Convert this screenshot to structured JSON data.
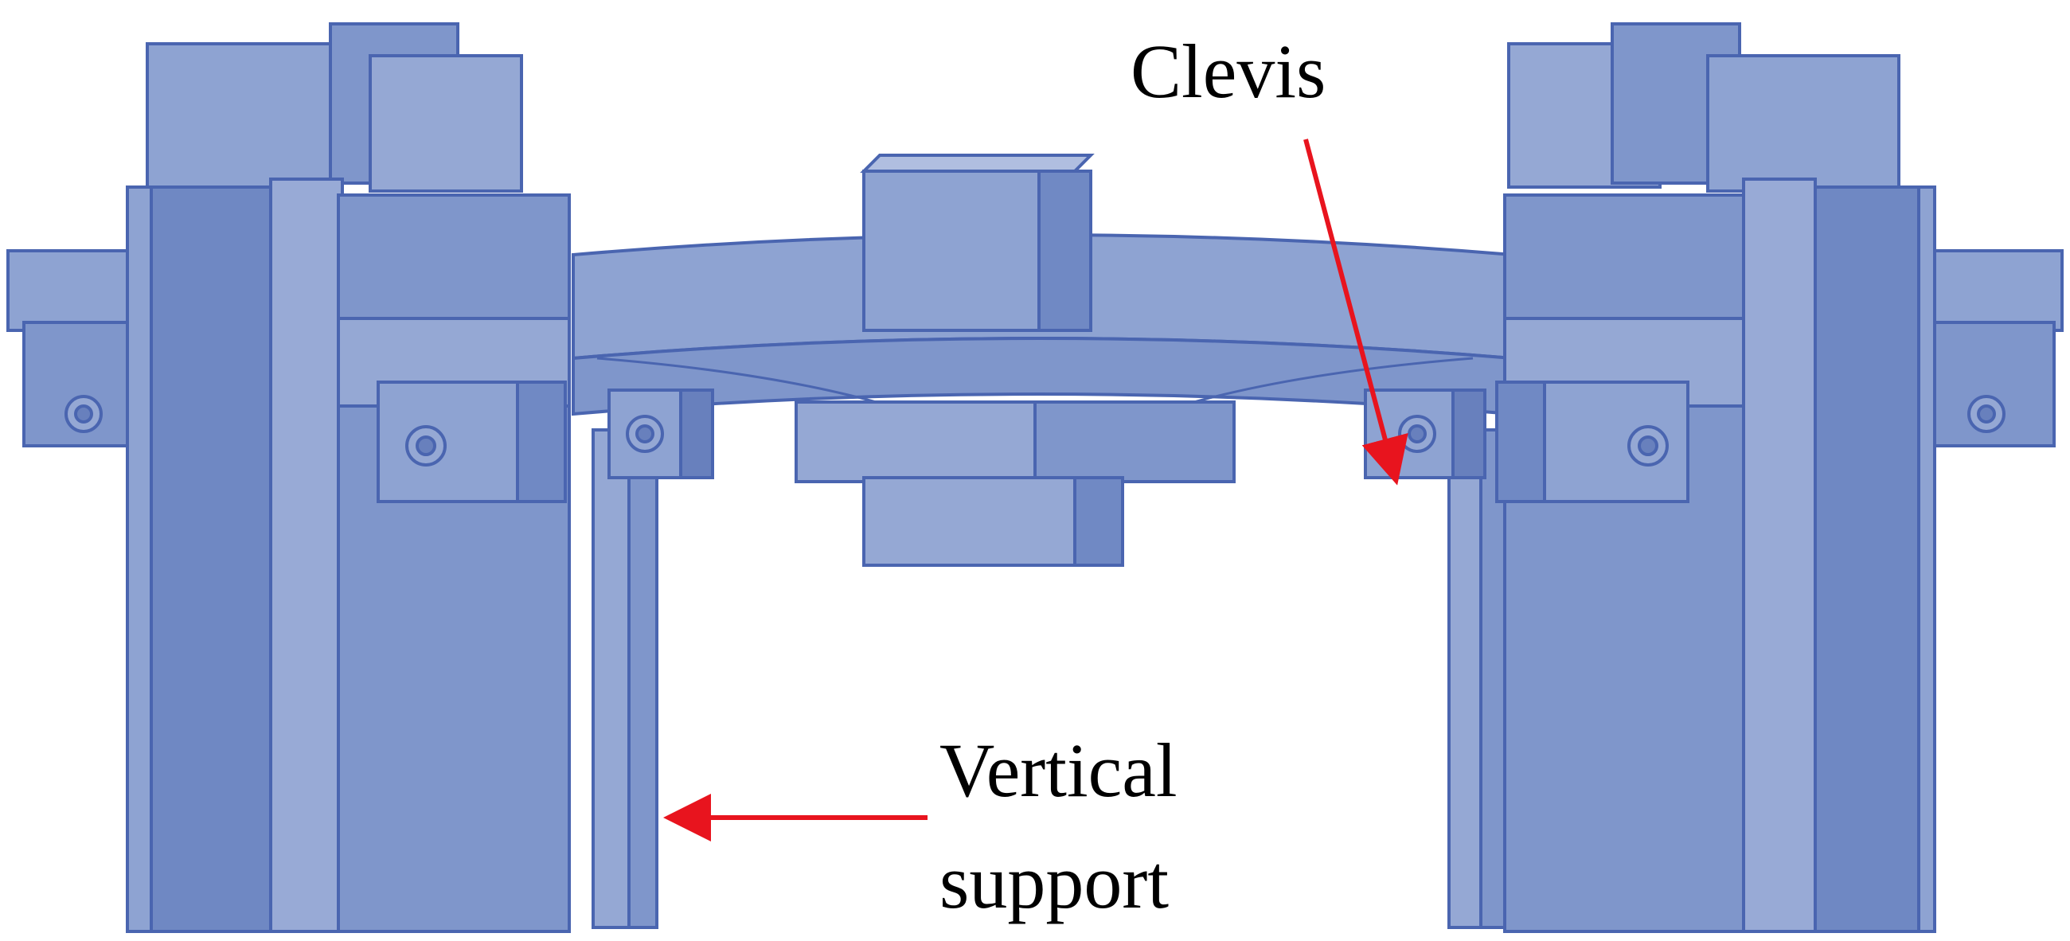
{
  "labels": {
    "clevis": "Clevis",
    "vertical_support_line1": "Vertical",
    "vertical_support_line2": "support"
  },
  "colors": {
    "steel_light": "#95a8d4",
    "steel_mid": "#7f96cb",
    "steel_dark": "#6880bd",
    "steel_edge": "#4a65b0",
    "arrow": "#e8141e",
    "background": "#ffffff"
  },
  "icons": {
    "arrow": "red-callout-arrow"
  }
}
